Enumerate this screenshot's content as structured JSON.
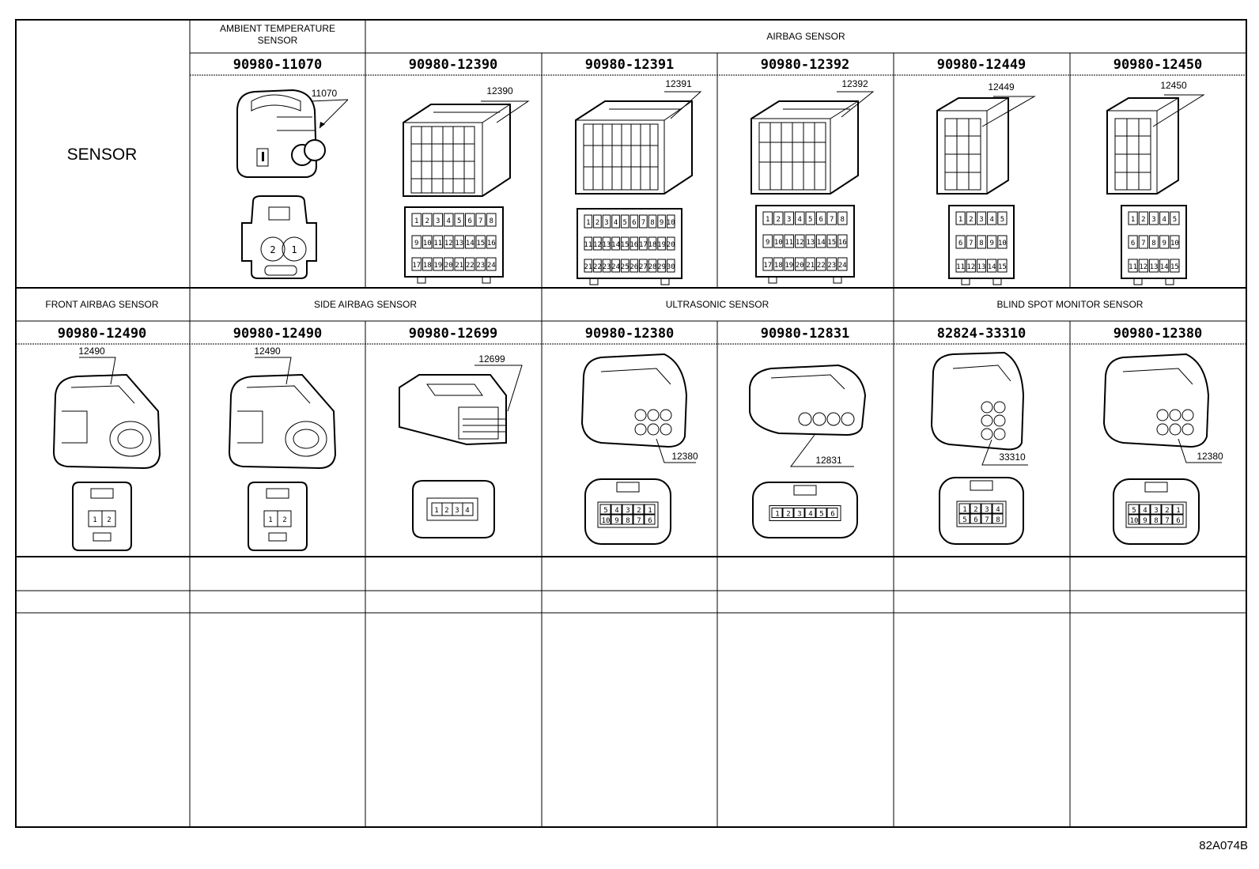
{
  "category": "SENSOR",
  "diagram_code": "82A074B",
  "row1": {
    "groups": [
      "AMBIENT TEMPERATURE SENSOR",
      "AIRBAG SENSOR"
    ],
    "connectors": [
      {
        "part_number": "90980-11070",
        "callout": "11070",
        "pins": [
          "2",
          "1"
        ]
      },
      {
        "part_number": "90980-12390",
        "callout": "12390",
        "pins": [
          "1",
          "2",
          "3",
          "4",
          "5",
          "6",
          "7",
          "8",
          "9",
          "10",
          "11",
          "12",
          "13",
          "14",
          "15",
          "16",
          "17",
          "18",
          "19",
          "20",
          "21",
          "22",
          "23",
          "24"
        ]
      },
      {
        "part_number": "90980-12391",
        "callout": "12391",
        "pins": [
          "1",
          "2",
          "3",
          "4",
          "5",
          "6",
          "7",
          "8",
          "9",
          "10",
          "11",
          "12",
          "13",
          "14",
          "15",
          "16",
          "17",
          "18",
          "19",
          "20",
          "21",
          "22",
          "23",
          "24",
          "25",
          "26",
          "27",
          "28",
          "29",
          "30"
        ]
      },
      {
        "part_number": "90980-12392",
        "callout": "12392",
        "pins": [
          "1",
          "2",
          "3",
          "4",
          "5",
          "6",
          "7",
          "8",
          "9",
          "10",
          "11",
          "12",
          "13",
          "14",
          "15",
          "16",
          "17",
          "18",
          "19",
          "20",
          "21",
          "22",
          "23",
          "24"
        ]
      },
      {
        "part_number": "90980-12449",
        "callout": "12449",
        "pins": [
          "1",
          "2",
          "3",
          "4",
          "5",
          "6",
          "7",
          "8",
          "9",
          "10",
          "11",
          "12",
          "13",
          "14",
          "15"
        ]
      },
      {
        "part_number": "90980-12450",
        "callout": "12450",
        "pins": [
          "1",
          "2",
          "3",
          "4",
          "5",
          "6",
          "7",
          "8",
          "9",
          "10",
          "11",
          "12",
          "13",
          "14",
          "15"
        ]
      }
    ]
  },
  "row2": {
    "groups": [
      "FRONT AIRBAG SENSOR",
      "SIDE AIRBAG SENSOR",
      "ULTRASONIC SENSOR",
      "BLIND SPOT MONITOR SENSOR"
    ],
    "connectors": [
      {
        "part_number": "90980-12490",
        "callout": "12490",
        "pins": [
          "1",
          "2"
        ]
      },
      {
        "part_number": "90980-12490",
        "callout": "12490",
        "pins": [
          "1",
          "2"
        ]
      },
      {
        "part_number": "90980-12699",
        "callout": "12699",
        "pins": [
          "1",
          "2",
          "3",
          "4"
        ]
      },
      {
        "part_number": "90980-12380",
        "callout": "12380",
        "pins": [
          "5",
          "4",
          "3",
          "2",
          "1",
          "10",
          "9",
          "8",
          "7",
          "6"
        ]
      },
      {
        "part_number": "90980-12831",
        "callout": "12831",
        "pins": [
          "1",
          "2",
          "3",
          "4",
          "5",
          "6"
        ]
      },
      {
        "part_number": "82824-33310",
        "callout": "33310",
        "pins": [
          "1",
          "2",
          "3",
          "4",
          "5",
          "6",
          "7",
          "8"
        ]
      },
      {
        "part_number": "90980-12380",
        "callout": "12380",
        "pins": [
          "5",
          "4",
          "3",
          "2",
          "1",
          "10",
          "9",
          "8",
          "7",
          "6"
        ]
      }
    ]
  },
  "colors": {
    "line": "#000000",
    "background": "#ffffff"
  }
}
